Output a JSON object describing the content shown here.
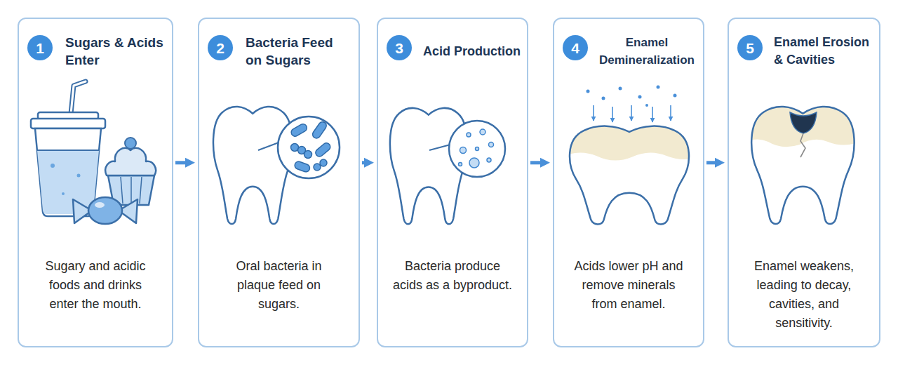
{
  "diagram": {
    "nodes": [
      {
        "text": [
          "Sugars & Acids Enter",
          "Sugary and acidic foods and drinks enter the mouth."
        ]
      },
      {
        "text": [
          "1"
        ],
        "in": 0
      },
      {
        "text": [
          "Bacteria Feed on Sugars",
          "Oral bacteria in plaque feed on sugars."
        ]
      },
      {
        "text": [
          "2"
        ],
        "in": 2
      },
      {
        "text": [
          "Acid Production",
          "Bacteria produce acids as a byproduct."
        ]
      },
      {
        "text": [
          "3"
        ],
        "in": 4
      },
      {
        "text": [
          "Enamel Demineralization",
          "Acids lower pH and remove minerals from enamel."
        ]
      },
      {
        "text": [
          "4"
        ],
        "in": 6
      },
      {
        "text": [
          "Enamel Erosion & Cavities",
          "Enamel weakens, leading to decay, cavities, and sensitivity."
        ]
      },
      {
        "text": [
          "5"
        ],
        "in": 8
      }
    ],
    "edges": [
      {
        "from": 0,
        "to": 2,
        "arrow": "to"
      },
      {
        "from": 2,
        "to": 4,
        "arrow": "to"
      },
      {
        "from": 4,
        "to": 6,
        "arrow": "to"
      },
      {
        "from": 6,
        "to": 8,
        "arrow": "to"
      }
    ]
  }
}
